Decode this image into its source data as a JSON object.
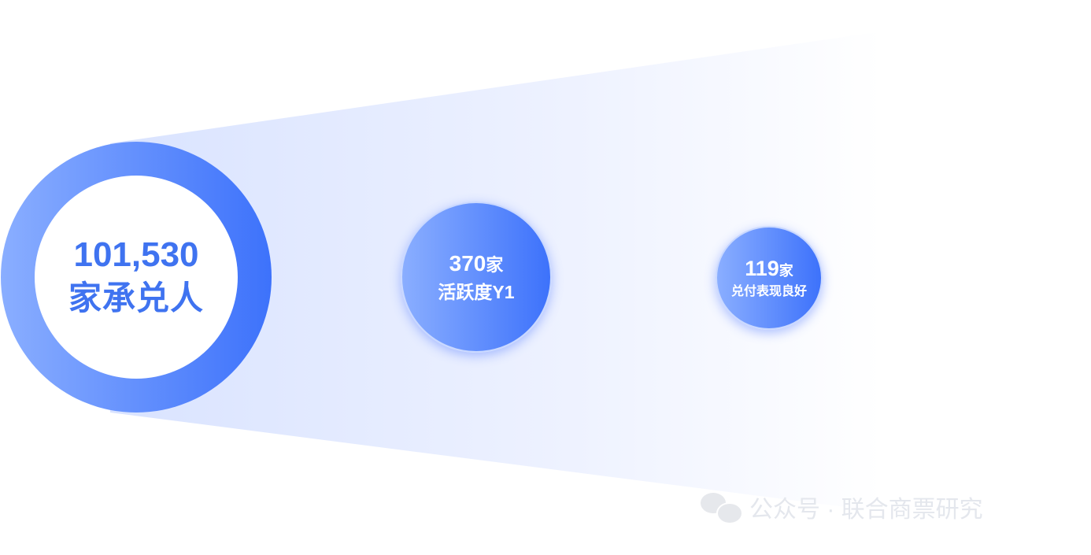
{
  "stages": [
    {
      "value": "101,530",
      "label": "家承兑人"
    },
    {
      "value": "370",
      "unit": "家",
      "label": "活跃度Y1"
    },
    {
      "value": "119",
      "unit": "家",
      "label": "兑付表现良好"
    }
  ],
  "watermark": {
    "text": "公众号 · 联合商票研究",
    "icon": "wechat-icon"
  },
  "colors": {
    "accent": "#3d72fb",
    "accent_light": "#8aaeff",
    "text": "#3f73f0"
  }
}
